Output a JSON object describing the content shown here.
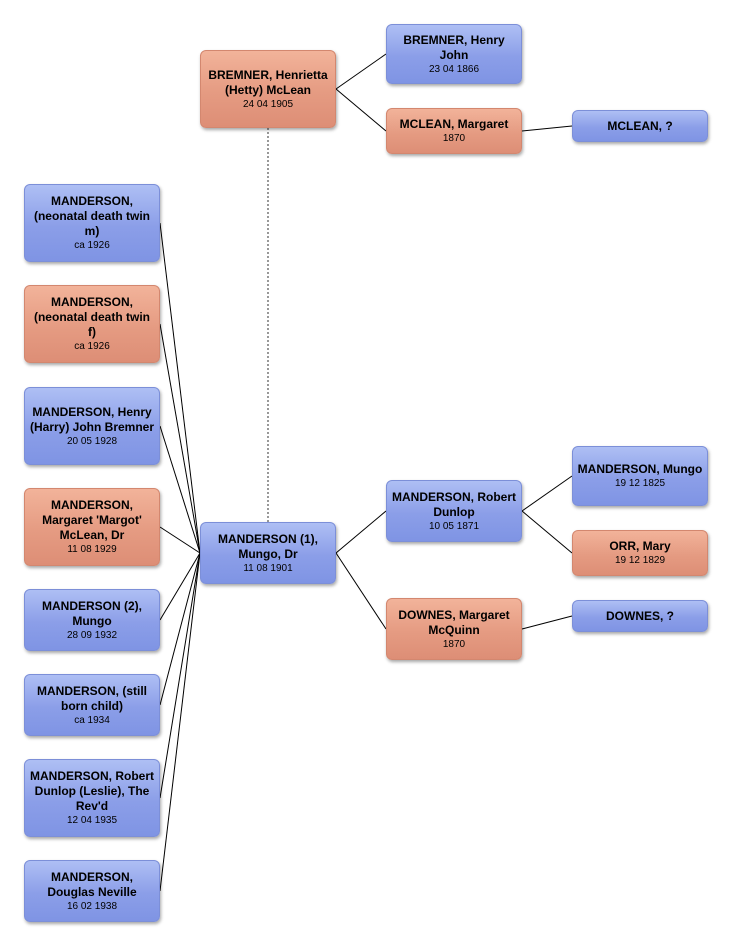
{
  "colors": {
    "male": "#8b9ee8",
    "female": "#e59b82",
    "line": "#000000"
  },
  "people": {
    "bremner_hetty": {
      "name": "BREMNER, Henrietta (Hetty) McLean",
      "date": "24 04 1905"
    },
    "bremner_henry": {
      "name": "BREMNER, Henry John",
      "date": "23 04 1866"
    },
    "mclean_margaret": {
      "name": "MCLEAN, Margaret",
      "date": "1870"
    },
    "mclean_unknown": {
      "name": "MCLEAN, ?",
      "date": ""
    },
    "neonatal_m": {
      "name": "MANDERSON, (neonatal death twin m)",
      "date": "ca 1926"
    },
    "neonatal_f": {
      "name": "MANDERSON, (neonatal death twin f)",
      "date": "ca 1926"
    },
    "harry": {
      "name": "MANDERSON, Henry (Harry) John Bremner",
      "date": "20 05 1928"
    },
    "margot": {
      "name": "MANDERSON, Margaret 'Margot' McLean, Dr",
      "date": "11 08 1929"
    },
    "mungo2": {
      "name": "MANDERSON (2), Mungo",
      "date": "28 09 1932"
    },
    "stillborn": {
      "name": "MANDERSON, (still born child)",
      "date": "ca 1934"
    },
    "leslie": {
      "name": "MANDERSON, Robert Dunlop (Leslie), The Rev'd",
      "date": "12 04 1935"
    },
    "douglas": {
      "name": "MANDERSON, Douglas Neville",
      "date": "16 02 1938"
    },
    "mungo1": {
      "name": "MANDERSON (1), Mungo, Dr",
      "date": "11 08 1901"
    },
    "robert": {
      "name": "MANDERSON, Robert Dunlop",
      "date": "10 05 1871"
    },
    "downes_margaret": {
      "name": "DOWNES, Margaret McQuinn",
      "date": "1870"
    },
    "mungo_1825": {
      "name": "MANDERSON, Mungo",
      "date": "19 12 1825"
    },
    "orr_mary": {
      "name": "ORR, Mary",
      "date": "19 12 1829"
    },
    "downes_unknown": {
      "name": "DOWNES, ?",
      "date": ""
    }
  },
  "connections": [
    [
      "bremner_hetty",
      "bremner_henry"
    ],
    [
      "bremner_hetty",
      "mclean_margaret"
    ],
    [
      "mclean_margaret",
      "mclean_unknown"
    ],
    [
      "mungo1",
      "robert"
    ],
    [
      "mungo1",
      "downes_margaret"
    ],
    [
      "robert",
      "mungo_1825"
    ],
    [
      "robert",
      "orr_mary"
    ],
    [
      "downes_margaret",
      "downes_unknown"
    ],
    [
      "mungo1",
      "neonatal_m"
    ],
    [
      "mungo1",
      "neonatal_f"
    ],
    [
      "mungo1",
      "harry"
    ],
    [
      "mungo1",
      "margot"
    ],
    [
      "mungo1",
      "mungo2"
    ],
    [
      "mungo1",
      "stillborn"
    ],
    [
      "mungo1",
      "leslie"
    ],
    [
      "mungo1",
      "douglas"
    ]
  ],
  "spouse_link": [
    "mungo1",
    "bremner_hetty"
  ]
}
